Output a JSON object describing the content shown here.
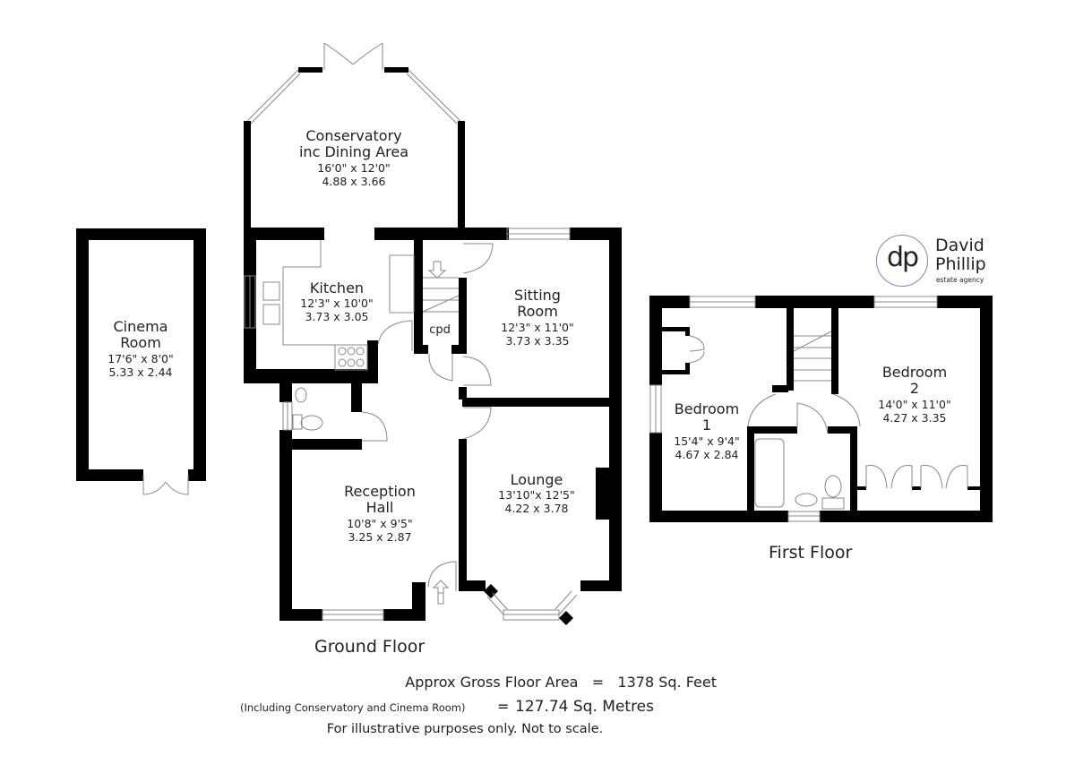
{
  "rooms": {
    "conservatory": {
      "name_line1": "Conservatory",
      "name_line2": "inc Dining Area",
      "imperial": "16'0\" x 12'0\"",
      "metric": "4.88  x  3.66"
    },
    "kitchen": {
      "name": "Kitchen",
      "imperial": "12'3\" x 10'0\"",
      "metric": "3.73  x  3.05"
    },
    "sitting_room": {
      "name_line1": "Sitting",
      "name_line2": "Room",
      "imperial": "12'3\" x 11'0\"",
      "metric": "3.73  x  3.35"
    },
    "cupboard": {
      "name": "cpd"
    },
    "cinema_room": {
      "name_line1": "Cinema",
      "name_line2": "Room",
      "imperial": "17'6\" x  8'0\"",
      "metric": "5.33  x  2.44"
    },
    "reception_hall": {
      "name_line1": "Reception",
      "name_line2": "Hall",
      "imperial": "10'8\" x  9'5\"",
      "metric": "3.25  x  2.87"
    },
    "lounge": {
      "name": "Lounge",
      "imperial": "13'10\"x 12'5\"",
      "metric": "4.22  x  3.78"
    },
    "bedroom1": {
      "name_line1": "Bedroom",
      "name_line2": "1",
      "imperial": "15'4\" x  9'4\"",
      "metric": "4.67  x  2.84"
    },
    "bedroom2": {
      "name_line1": "Bedroom",
      "name_line2": "2",
      "imperial": "14'0\" x 11'0\"",
      "metric": "4.27  x  3.35"
    }
  },
  "floors": {
    "ground": "Ground Floor",
    "first": "First Floor"
  },
  "logo": {
    "monogram": "dp",
    "name_line1": "David",
    "name_line2": "Phillip",
    "tagline": "estate agency",
    "accent_color": "#8c7fb8"
  },
  "footer": {
    "area_label": "Approx Gross Floor Area",
    "equals": "=",
    "area_sqft": "1378  Sq. Feet",
    "including_note": "(Including Conservatory and Cinema Room)",
    "area_sqm": "127.74  Sq. Metres",
    "disclaimer": "For illustrative purposes only. Not to scale."
  },
  "colors": {
    "wall": "#000000",
    "fixture_line": "#888888",
    "background": "#ffffff"
  }
}
